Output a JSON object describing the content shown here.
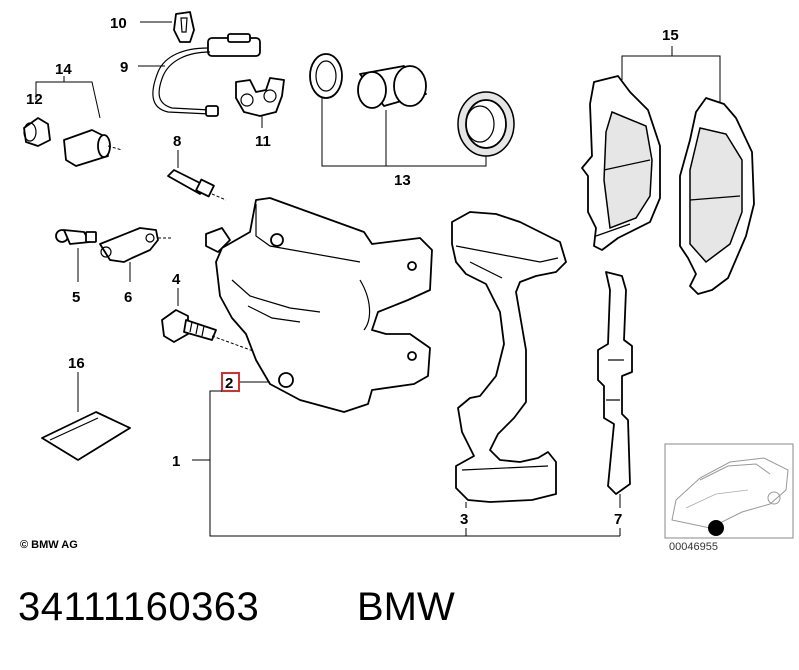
{
  "diagram": {
    "callouts": {
      "c1": "1",
      "c2": "2",
      "c3": "3",
      "c4": "4",
      "c5": "5",
      "c6": "6",
      "c7": "7",
      "c8": "8",
      "c9": "9",
      "c10": "10",
      "c11": "11",
      "c12": "12",
      "c13": "13",
      "c14": "14",
      "c15": "15",
      "c16": "16"
    },
    "highlight_color": "#d32f2f",
    "copyright": "© BMW AG",
    "reference_number": "00046955"
  },
  "footer": {
    "part_number": "34111160363",
    "brand": "BMW"
  }
}
